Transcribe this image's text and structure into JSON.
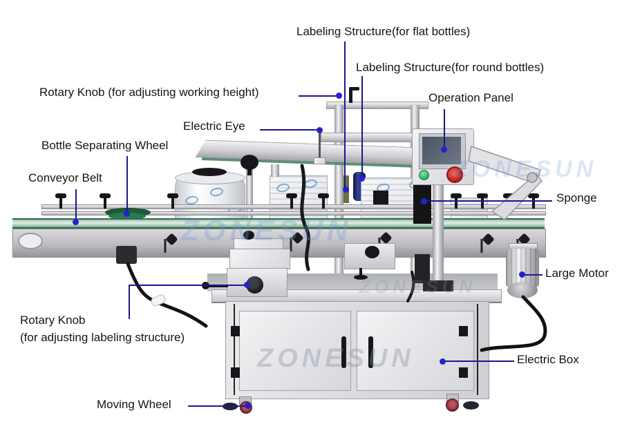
{
  "diagram": {
    "type": "annotated-product-diagram",
    "subject": "double-side bottle labeling machine",
    "background": "#ffffff"
  },
  "watermark": {
    "text": "ZONESUN"
  },
  "colors": {
    "leader_line": "#18188f",
    "leader_dot": "#2323cd",
    "belt_green": "#2e6b4f",
    "caster_red": "#7a2330",
    "button_green": "#35c275",
    "button_red": "#d42a2a"
  },
  "annotations": [
    {
      "id": "labeling-structure-flat",
      "text": "Labeling Structure(for flat bottles)"
    },
    {
      "id": "labeling-structure-round",
      "text": "Labeling Structure(for round bottles)"
    },
    {
      "id": "rotary-knob-working-height",
      "text": "Rotary Knob (for adjusting working height)"
    },
    {
      "id": "operation-panel",
      "text": "Operation Panel"
    },
    {
      "id": "electric-eye",
      "text": "Electric Eye"
    },
    {
      "id": "bottle-separating-wheel",
      "text": "Bottle Separating Wheel"
    },
    {
      "id": "conveyor-belt",
      "text": "Conveyor Belt"
    },
    {
      "id": "sponge",
      "text": "Sponge"
    },
    {
      "id": "large-motor",
      "text": "Large Motor"
    },
    {
      "id": "rotary-knob-labeling",
      "line1": "Rotary Knob",
      "line2": "(for adjusting labeling structure)"
    },
    {
      "id": "electric-box",
      "text": "Electric Box"
    },
    {
      "id": "moving-wheel",
      "text": "Moving Wheel"
    }
  ]
}
